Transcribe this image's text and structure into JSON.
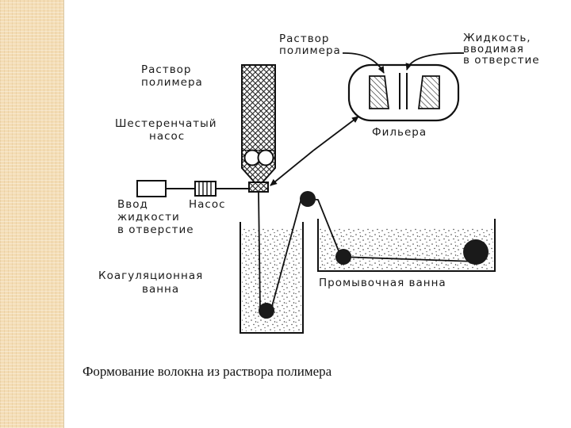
{
  "labels": {
    "top_solution": [
      "Раствор",
      "полимера"
    ],
    "top_liquid": [
      "Жидкость,",
      "вводимая",
      "в отверстие"
    ],
    "spinneret": "Фильера",
    "left_solution": [
      "Раствор",
      "полимера"
    ],
    "gear_pump": [
      "Шестеренчатый",
      "насос"
    ],
    "inlet": [
      "Ввод",
      "жидкости",
      "в отверстие"
    ],
    "pump": "Насос",
    "coag_bath": [
      "Коагуляционная",
      "ванна"
    ],
    "wash_bath": "Промывочная ванна"
  },
  "caption": "Формование волокна из раствора полимера"
}
